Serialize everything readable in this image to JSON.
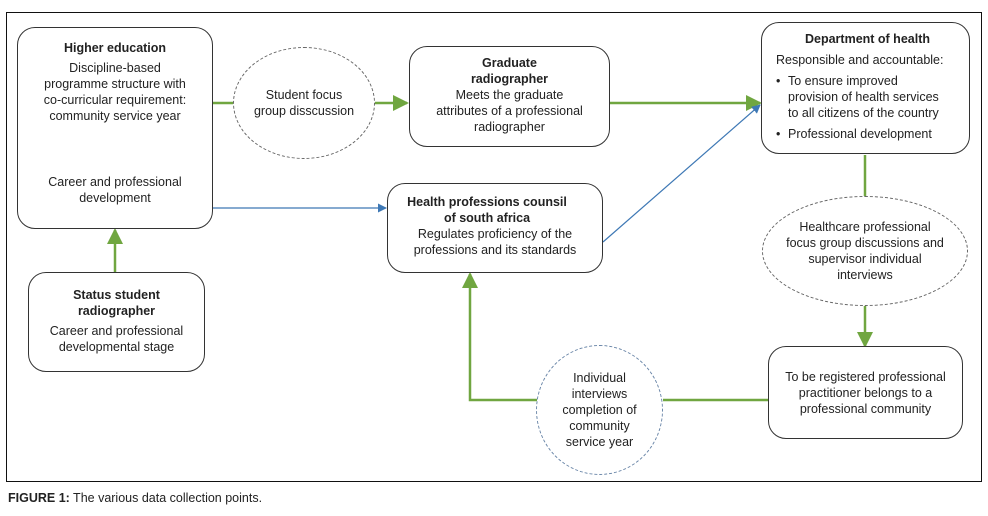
{
  "colors": {
    "green": "#70a640",
    "blue": "#3e78b5",
    "border": "#333333"
  },
  "nodes": {
    "higher_education": {
      "title": "Higher education",
      "lines": [
        "Discipline-based",
        "programme structure with",
        "co-curricular requirement:",
        "community service year"
      ],
      "sub_lines": [
        "Career and professional",
        "development"
      ]
    },
    "student_focus": {
      "lines": [
        "Student focus",
        "group disscussion"
      ]
    },
    "graduate": {
      "title_lines": [
        "Graduate",
        "radiographer"
      ],
      "lines": [
        "Meets the graduate",
        "attributes of a professional",
        "radiographer"
      ]
    },
    "dept_health": {
      "title": "Department of health",
      "intro": "Responsible and accountable:",
      "bullets": [
        [
          "To ensure improved",
          "provision of health services",
          "to all citizens of the country"
        ],
        [
          "Professional development"
        ]
      ],
      "bullet_char": "•"
    },
    "hpcsa": {
      "title_lines": [
        "Health professions counsil",
        "of south africa"
      ],
      "lines": [
        "Regulates proficiency of the",
        "professions and its standards"
      ]
    },
    "healthcare_focus": {
      "lines": [
        "Healthcare professional",
        "focus group discussions and",
        "supervisor individual",
        "interviews"
      ]
    },
    "status_student": {
      "title_lines": [
        "Status student",
        "radiographer"
      ],
      "lines": [
        "Career and professional",
        "developmental stage"
      ]
    },
    "registered": {
      "lines": [
        "To be registered professional",
        "practitioner belongs to a",
        "professional community"
      ]
    },
    "individual_interviews": {
      "lines": [
        "Individual",
        "interviews",
        "completion of",
        "community",
        "service year"
      ]
    }
  },
  "caption": {
    "label": "FIGURE 1:",
    "text": " The various data collection points."
  }
}
